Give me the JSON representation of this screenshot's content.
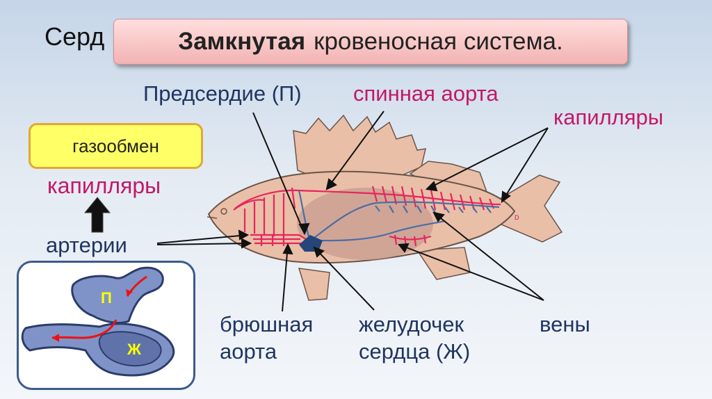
{
  "header": {
    "underlying_text": "Серд",
    "title_bold": "Замкнутая",
    "title_rest": "кровеносная система."
  },
  "left_panel": {
    "gas_exchange": "газообмен",
    "capillaries": "капилляры",
    "arteries": "артерии",
    "heart_letters": {
      "atrium": "П",
      "ventricle": "Ж"
    }
  },
  "labels": {
    "atrium": "Предсердие (П)",
    "dorsal_aorta": "спинная аорта",
    "capillaries": "капилляры",
    "ventral_aorta_line1": "брюшная",
    "ventral_aorta_line2": "аорта",
    "ventricle_line1": "желудочек",
    "ventricle_line2": "сердца (Ж)",
    "veins": "вены"
  },
  "colors": {
    "arteries": "#e8245c",
    "veins": "#4a6ea4",
    "fish_body": "#e9bfa8",
    "heart_highlight": "#ffff00"
  }
}
